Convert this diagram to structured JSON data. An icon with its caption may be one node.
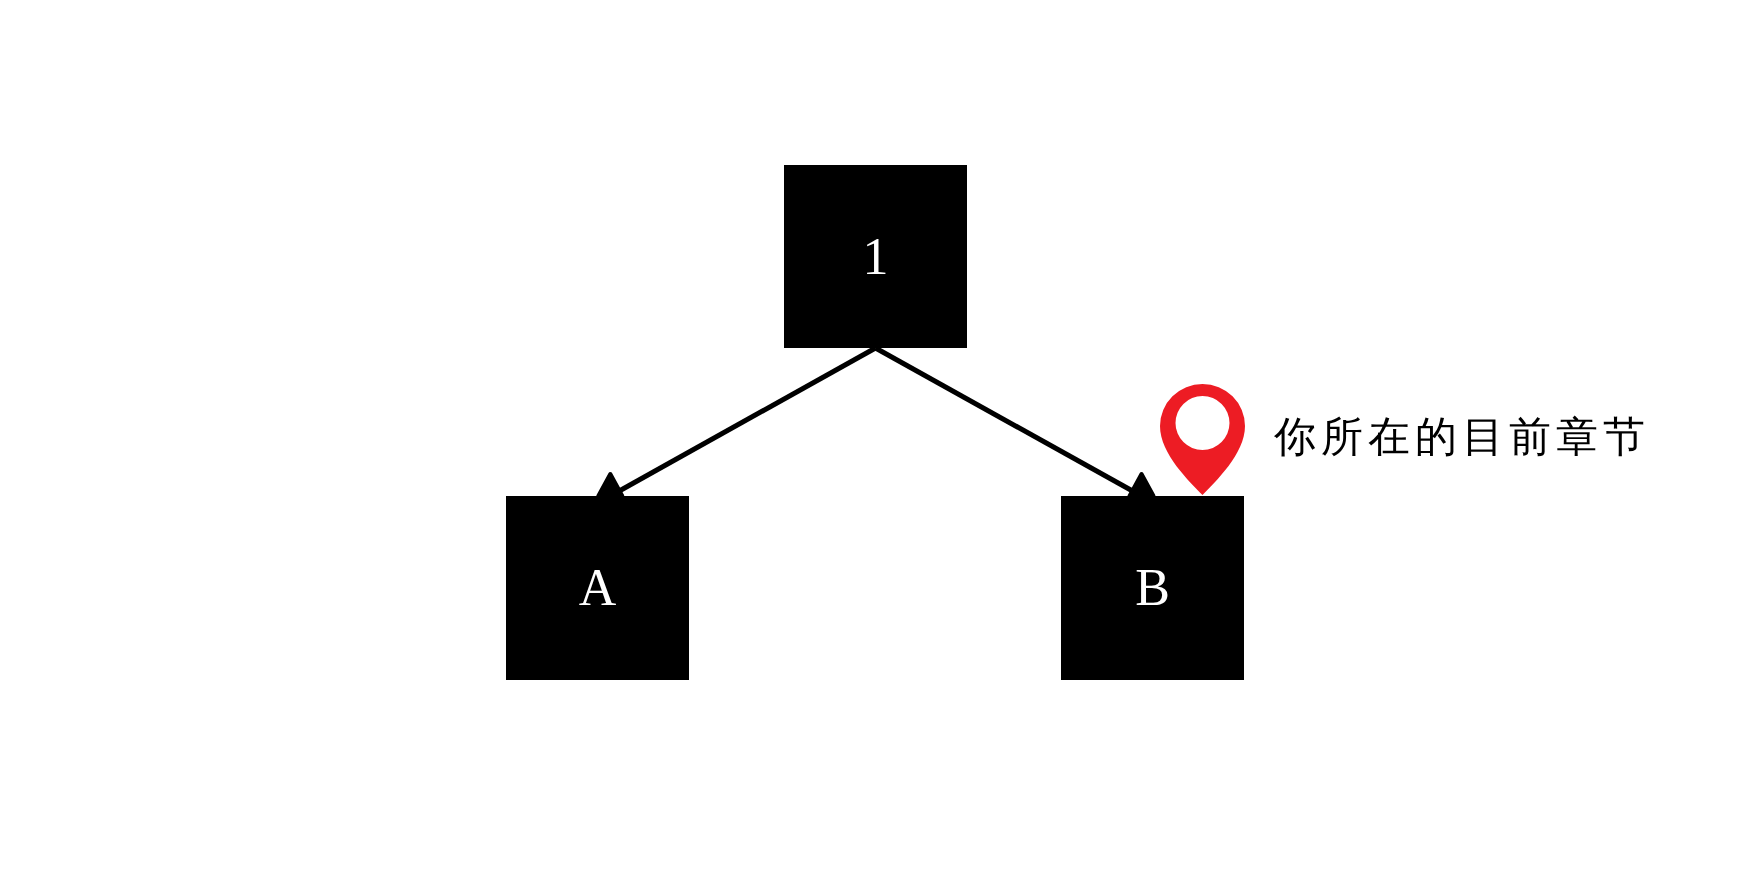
{
  "diagram": {
    "nodes": [
      {
        "text": [
          "1"
        ]
      },
      {
        "text": [
          "A"
        ]
      },
      {
        "text": [
          "B"
        ]
      }
    ],
    "edges": [
      {
        "from": 0,
        "to": 1,
        "arrow": "to"
      },
      {
        "from": 0,
        "to": 2,
        "arrow": "to"
      }
    ],
    "labels": [
      "你所在的目前章节"
    ]
  }
}
